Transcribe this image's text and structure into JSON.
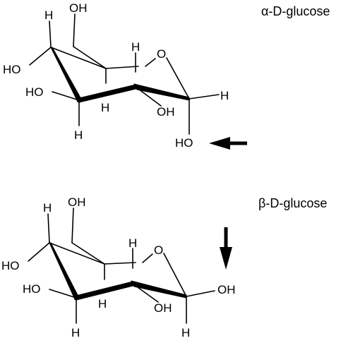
{
  "alpha": {
    "title": "α-D-glucose",
    "labels": {
      "c6_oh": "OH",
      "c4_h": "H",
      "c5_h": "H",
      "ring_o": "O",
      "c4_oh": "HO",
      "c3_oh": "HO",
      "c3_h": "H",
      "c2_oh": "OH",
      "c1_h": "H",
      "c2_h": "H",
      "c1_oh": "HO"
    }
  },
  "beta": {
    "title": "β-D-glucose",
    "labels": {
      "c6_oh": "OH",
      "c4_h": "H",
      "c5_h": "H",
      "ring_o": "O",
      "c4_oh": "HO",
      "c3_oh": "HO",
      "c3_h": "H",
      "c2_oh": "OH",
      "c1_oh": "OH",
      "c2_h": "H",
      "c1_h": "H"
    }
  },
  "colors": {
    "ink": "#000000",
    "background": "#ffffff"
  },
  "icons": {
    "alpha_arrow": "arrow-left-icon",
    "beta_arrow": "arrow-down-icon"
  }
}
